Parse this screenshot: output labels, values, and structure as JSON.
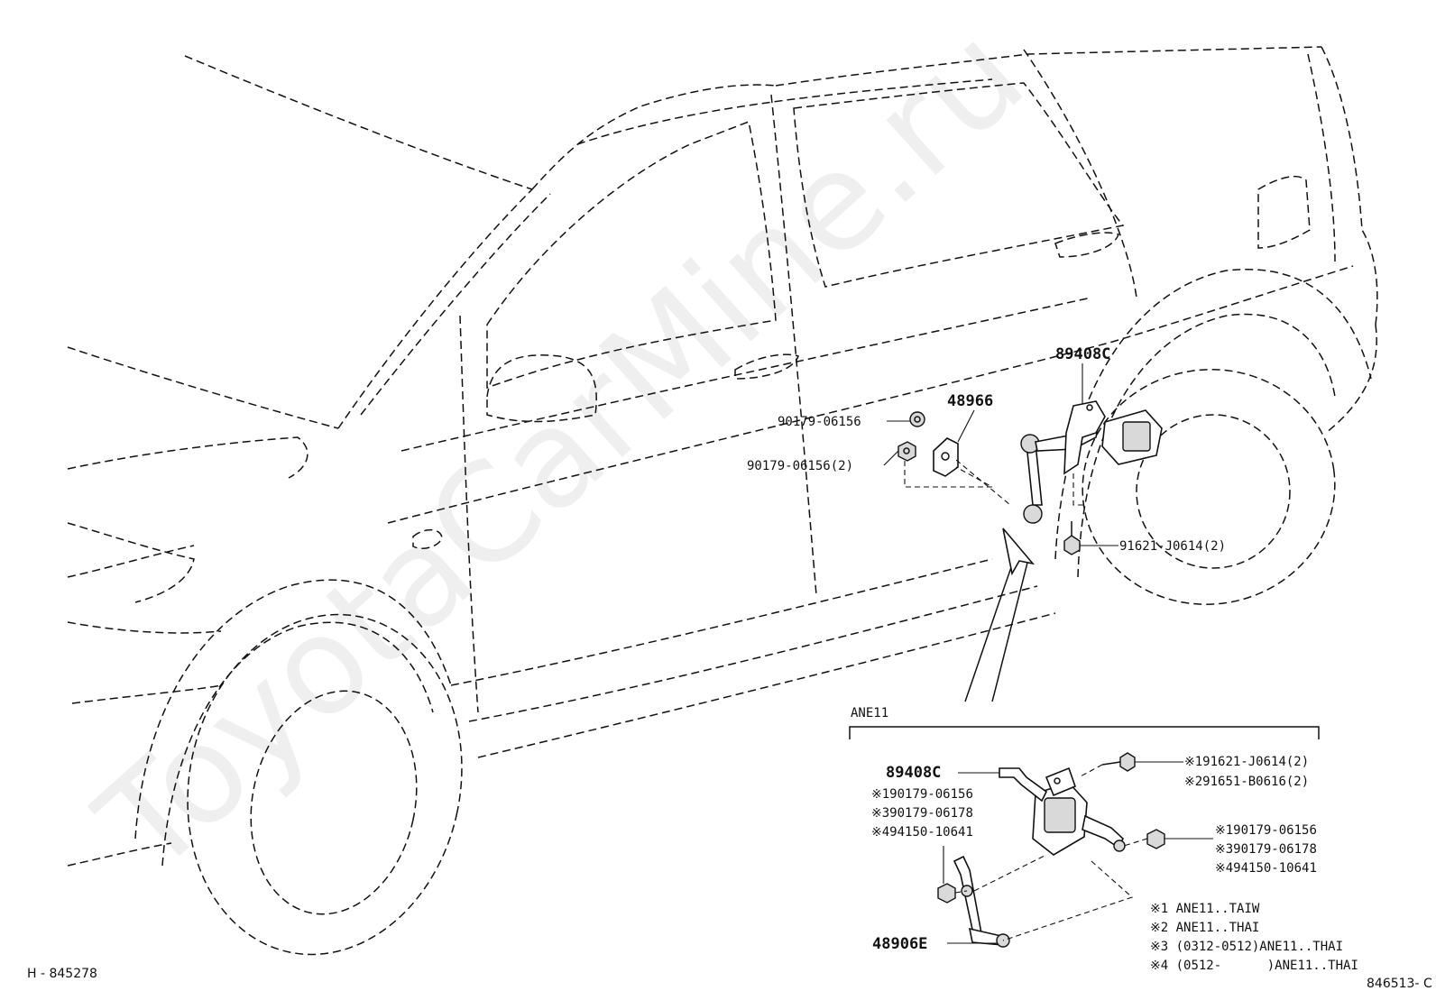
{
  "watermark": "ToyotaCarMine.ru",
  "refs": {
    "left": "H - 845278",
    "right": "846513- C"
  },
  "main": {
    "part_89408C": "89408C",
    "part_48966": "48966",
    "nut_1": "90179-06156",
    "nut_2": "90179-06156(2)",
    "bolt": "91621-J0614(2)"
  },
  "inset": {
    "title": "ANE11",
    "part_89408C": "89408C",
    "part_48906E": "48906E",
    "left_1": "※190179-06156",
    "left_3": "※390179-06178",
    "left_4": "※494150-10641",
    "top_1": "※191621-J0614(2)",
    "top_2": "※291651-B0616(2)",
    "right_1": "※190179-06156",
    "right_3": "※390179-06178",
    "right_4": "※494150-10641",
    "notes": [
      "※1 ANE11..TAIW",
      "※2 ANE11..THAI",
      "※3 (0312-0512)ANE11..THAI",
      "※4 (0512-      )ANE11..THAI"
    ]
  },
  "colors": {
    "line": "#111111",
    "background": "#ffffff",
    "watermark": "#000000"
  }
}
